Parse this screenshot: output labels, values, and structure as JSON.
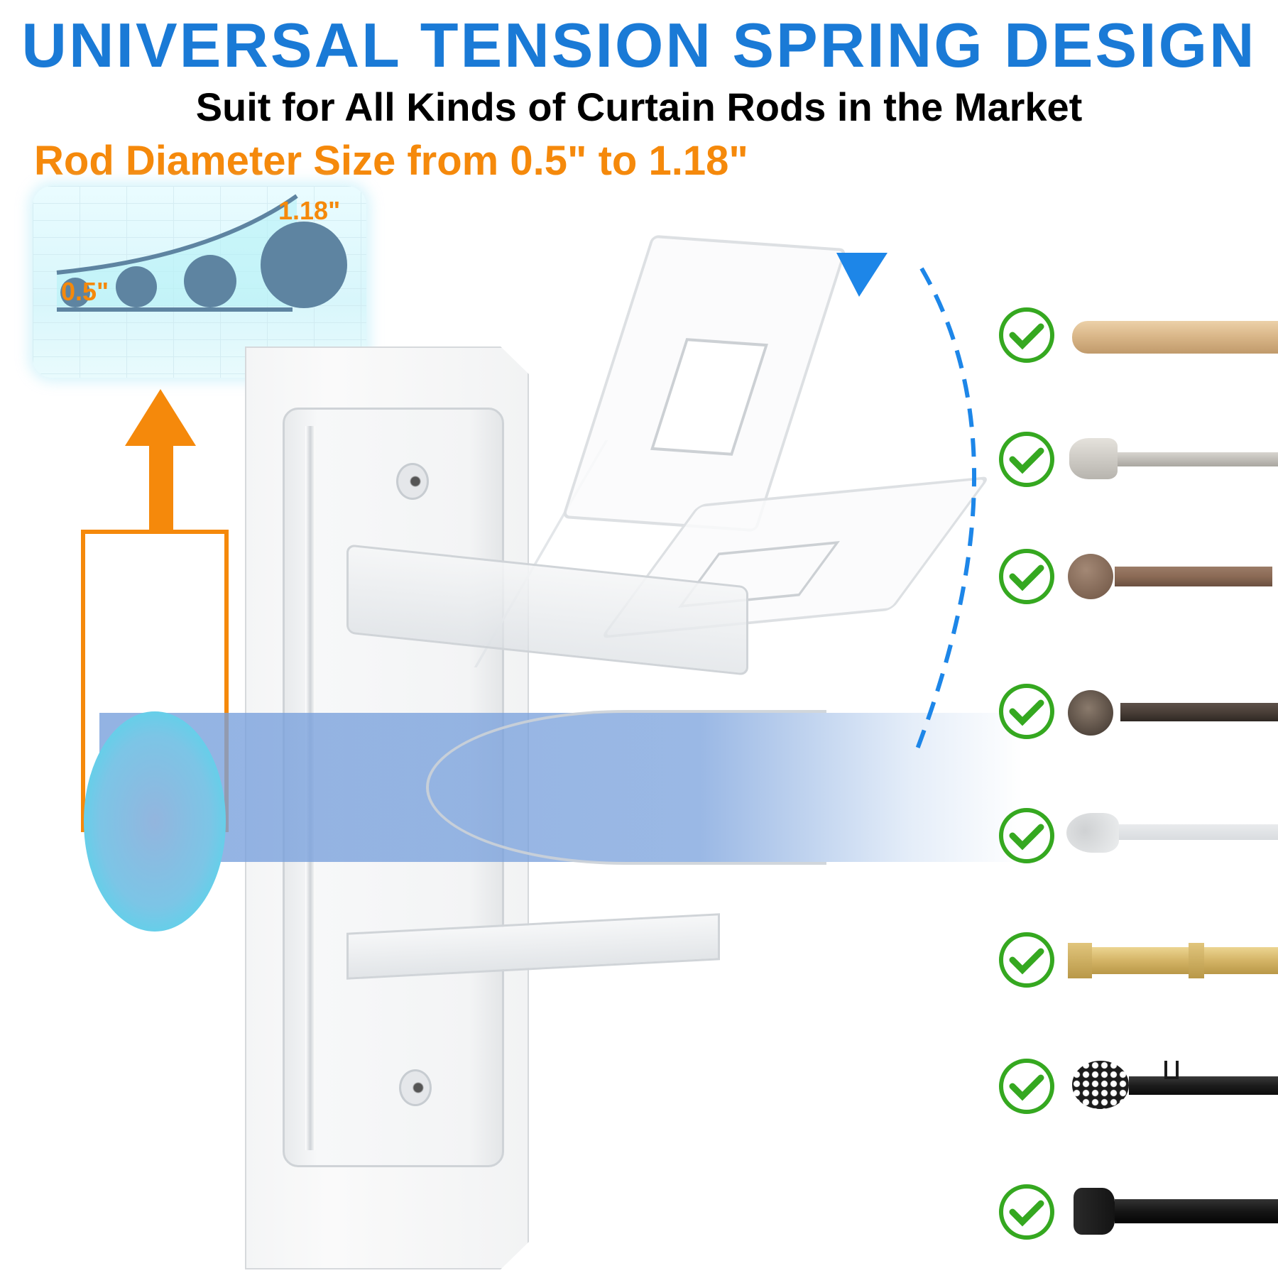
{
  "header": {
    "title": "UNIVERSAL TENSION SPRING DESIGN",
    "subtitle": "Suit for All Kinds of Curtain Rods in the Market",
    "range_text": "Rod Diameter Size from 0.5\" to  1.18\""
  },
  "colors": {
    "title_blue": "#1a7ad6",
    "accent_orange": "#f5890b",
    "check_green": "#35a820",
    "chart_circle": "#5e84a1",
    "arrow_blue": "#1d86e8"
  },
  "size_chart": {
    "min_label": "0.5\"",
    "max_label": "1.18\"",
    "circle_count": 4
  },
  "product": {
    "name": "clear tension spring curtain rod bracket",
    "motion_indicator": "dashed rotation arrow"
  },
  "compatible_rods": [
    {
      "type": "natural wood rod",
      "finish_color": "#d8b587",
      "finial": "none"
    },
    {
      "type": "brushed nickel rod",
      "finish_color": "#b7b4ae",
      "finial": "urn"
    },
    {
      "type": "rustic bronze rod",
      "finish_color": "#8b6a55",
      "finial": "ball"
    },
    {
      "type": "oil-rubbed bronze rod",
      "finish_color": "#4a3f38",
      "finial": "lattice ball"
    },
    {
      "type": "white rod",
      "finish_color": "#e4e6e8",
      "finial": "teardrop"
    },
    {
      "type": "brass gold rod",
      "finish_color": "#d4b466",
      "finial": "end cap"
    },
    {
      "type": "matte black rod",
      "finish_color": "#1c1c1c",
      "finial": "perforated sphere"
    },
    {
      "type": "black rod",
      "finish_color": "#161616",
      "finial": "square"
    }
  ]
}
